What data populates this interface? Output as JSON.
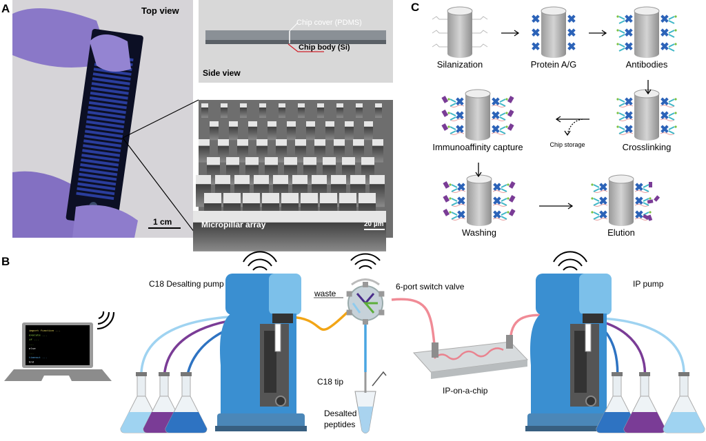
{
  "panels": {
    "a": {
      "letter": "A",
      "top_view": "Top view",
      "scale_1cm": "1 cm",
      "side_view": "Side view",
      "chip_cover": "Chip cover (PDMS)",
      "chip_body": "Chip body (Si)",
      "micropillar": "Micropillar array",
      "scale_20um": "20 µm"
    },
    "b": {
      "letter": "B",
      "c18_pump": "C18 Desalting pump",
      "valve": "6-port switch valve",
      "ip_pump": "IP pump",
      "waste": "waste",
      "c18_tip": "C18 tip",
      "desalted_1": "Desalted",
      "desalted_2": "peptides",
      "ip_chip": "IP-on-a-chip",
      "laptop_code": [
        "import function ...",
        "execute ...",
        "if ...",
        "...",
        "else",
        "...",
        "timeout ...",
        "End"
      ]
    },
    "c": {
      "letter": "C",
      "steps": [
        "Silanization",
        "Protein A/G",
        "Antibodies",
        "Crosslinking",
        "Immunoaffinity capture",
        "Washing",
        "Elution"
      ],
      "chip_storage": "Chip storage"
    }
  },
  "colors": {
    "pump_blue": "#3a8fd1",
    "pump_light": "#7cc0ea",
    "tube_orange": "#f2a516",
    "tube_pink": "#f08b96",
    "tube_light_blue": "#9fd3f1",
    "tube_purple": "#7a3c96",
    "tube_blue": "#2e73c2",
    "protein_blue": "#2c63b8"
  }
}
